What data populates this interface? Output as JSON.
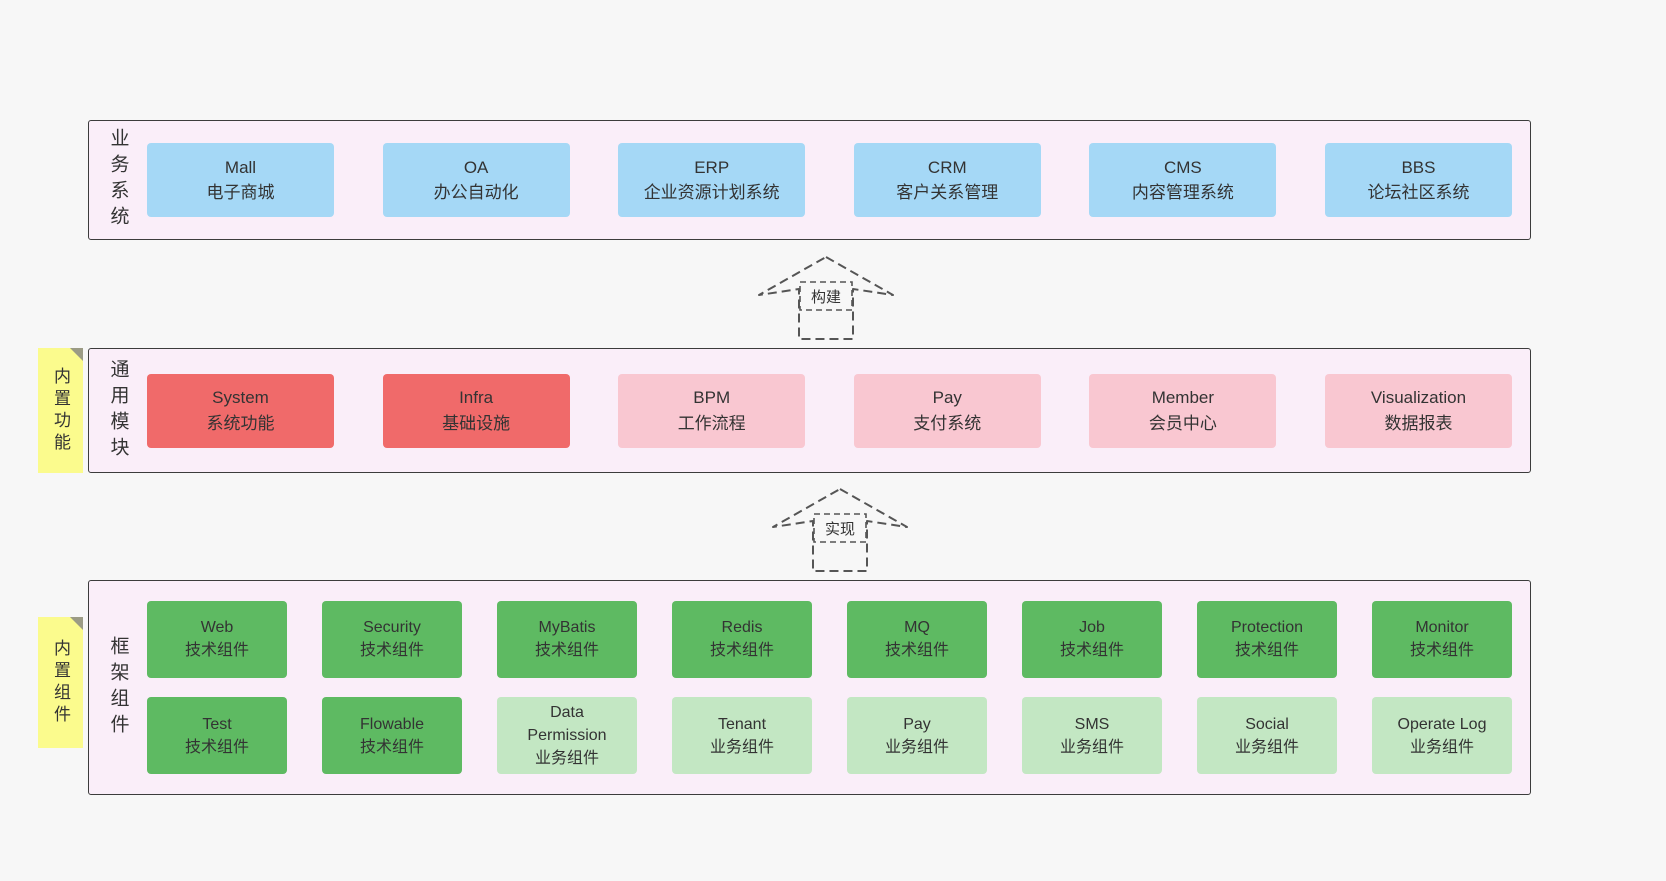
{
  "layers": {
    "business": {
      "label": "业务系统",
      "boxes": [
        {
          "title": "Mall",
          "subtitle": "电子商城"
        },
        {
          "title": "OA",
          "subtitle": "办公自动化"
        },
        {
          "title": "ERP",
          "subtitle": "企业资源计划系统"
        },
        {
          "title": "CRM",
          "subtitle": "客户关系管理"
        },
        {
          "title": "CMS",
          "subtitle": "内容管理系统"
        },
        {
          "title": "BBS",
          "subtitle": "论坛社区系统"
        }
      ]
    },
    "modules": {
      "label": "通用模块",
      "note": "内置功能",
      "boxes": [
        {
          "title": "System",
          "subtitle": "系统功能"
        },
        {
          "title": "Infra",
          "subtitle": "基础设施"
        },
        {
          "title": "BPM",
          "subtitle": "工作流程"
        },
        {
          "title": "Pay",
          "subtitle": "支付系统"
        },
        {
          "title": "Member",
          "subtitle": "会员中心"
        },
        {
          "title": "Visualization",
          "subtitle": "数据报表"
        }
      ]
    },
    "components": {
      "label": "框架组件",
      "note": "内置组件",
      "row1": [
        {
          "title": "Web",
          "subtitle": "技术组件"
        },
        {
          "title": "Security",
          "subtitle": "技术组件"
        },
        {
          "title": "MyBatis",
          "subtitle": "技术组件"
        },
        {
          "title": "Redis",
          "subtitle": "技术组件"
        },
        {
          "title": "MQ",
          "subtitle": "技术组件"
        },
        {
          "title": "Job",
          "subtitle": "技术组件"
        },
        {
          "title": "Protection",
          "subtitle": "技术组件"
        },
        {
          "title": "Monitor",
          "subtitle": "技术组件"
        }
      ],
      "row2": [
        {
          "title": "Test",
          "subtitle": "技术组件"
        },
        {
          "title": "Flowable",
          "subtitle": "技术组件"
        },
        {
          "title": "Data Permission",
          "subtitle": "业务组件"
        },
        {
          "title": "Tenant",
          "subtitle": "业务组件"
        },
        {
          "title": "Pay",
          "subtitle": "业务组件"
        },
        {
          "title": "SMS",
          "subtitle": "业务组件"
        },
        {
          "title": "Social",
          "subtitle": "业务组件"
        },
        {
          "title": "Operate Log",
          "subtitle": "业务组件"
        }
      ]
    }
  },
  "arrows": [
    {
      "label": "构建"
    },
    {
      "label": "实现"
    }
  ],
  "colors": {
    "blue": "#a5d8f6",
    "red": "#f06a6a",
    "pink": "#f9c7d1",
    "green_dark": "#5eba62",
    "green_light": "#c3e7c3",
    "note_yellow": "#fbfb8d",
    "layer_bg": "#faeef9",
    "text": "#333333"
  }
}
